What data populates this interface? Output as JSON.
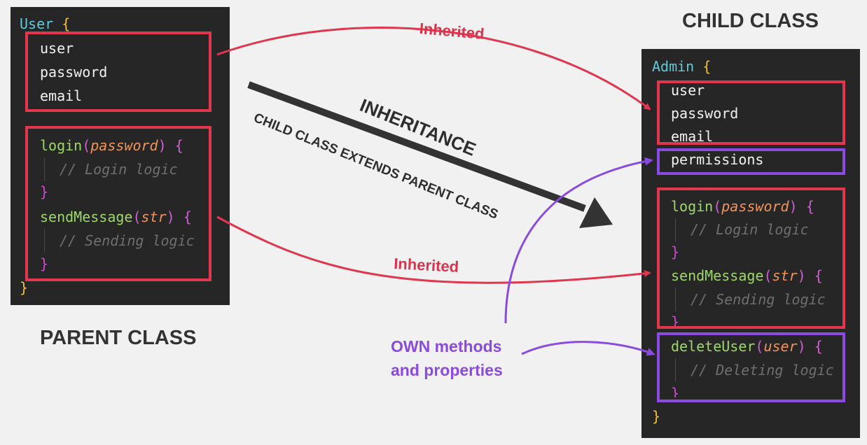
{
  "labels": {
    "child_class": "CHILD CLASS",
    "parent_class": "PARENT CLASS",
    "inherited_top": "Inherited",
    "inherited_bottom": "Inherited",
    "inheritance": "INHERITANCE",
    "child_extends": "CHILD CLASS EXTENDS PARENT CLASS",
    "own_line1": "OWN methods",
    "own_line2": "and properties"
  },
  "parent": {
    "class_name": "User",
    "open_brace": "{",
    "close_brace": "}",
    "properties": [
      "user",
      "password",
      "email"
    ],
    "login_name": "login",
    "login_param": "password",
    "login_comment": "// Login logic",
    "send_name": "sendMessage",
    "send_param": "str",
    "send_comment": "// Sending logic"
  },
  "child": {
    "class_name": "Admin",
    "open_brace": "{",
    "close_brace": "}",
    "properties": [
      "user",
      "password",
      "email"
    ],
    "own_property": "permissions",
    "login_name": "login",
    "login_param": "password",
    "login_comment": "// Login logic",
    "send_name": "sendMessage",
    "send_param": "str",
    "send_comment": "// Sending logic",
    "delete_name": "deleteUser",
    "delete_param": "user",
    "delete_comment": "// Deleting logic"
  },
  "colors": {
    "inherited": "#e0364e",
    "own": "#8a4be0",
    "arrow": "#333333"
  }
}
